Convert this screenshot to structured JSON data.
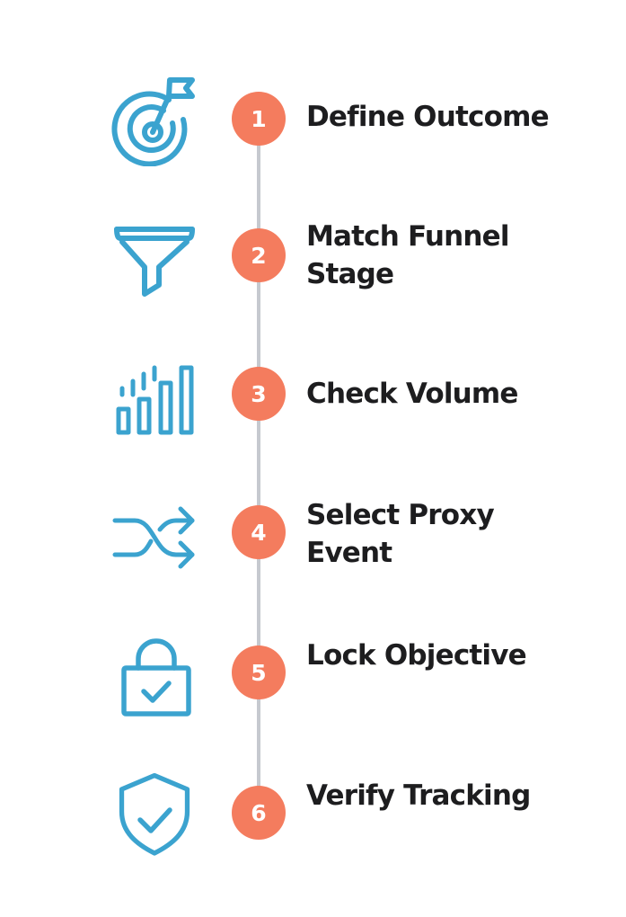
{
  "colors": {
    "icon_stroke": "#3ba3cf",
    "number_circle": "#f47c5e",
    "timeline": "#c6c9cf",
    "label_text": "#1d1d1f"
  },
  "steps": [
    {
      "number": "1",
      "label": "Define Outcome",
      "icon": "target-flag-icon"
    },
    {
      "number": "2",
      "label": "Match Funnel Stage",
      "icon": "funnel-icon"
    },
    {
      "number": "3",
      "label": "Check Volume",
      "icon": "signal-bars-icon"
    },
    {
      "number": "4",
      "label": "Select Proxy Event",
      "icon": "shuffle-icon"
    },
    {
      "number": "5",
      "label": "Lock Objective",
      "icon": "padlock-check-icon"
    },
    {
      "number": "6",
      "label": "Verify Tracking",
      "icon": "shield-check-icon"
    }
  ]
}
